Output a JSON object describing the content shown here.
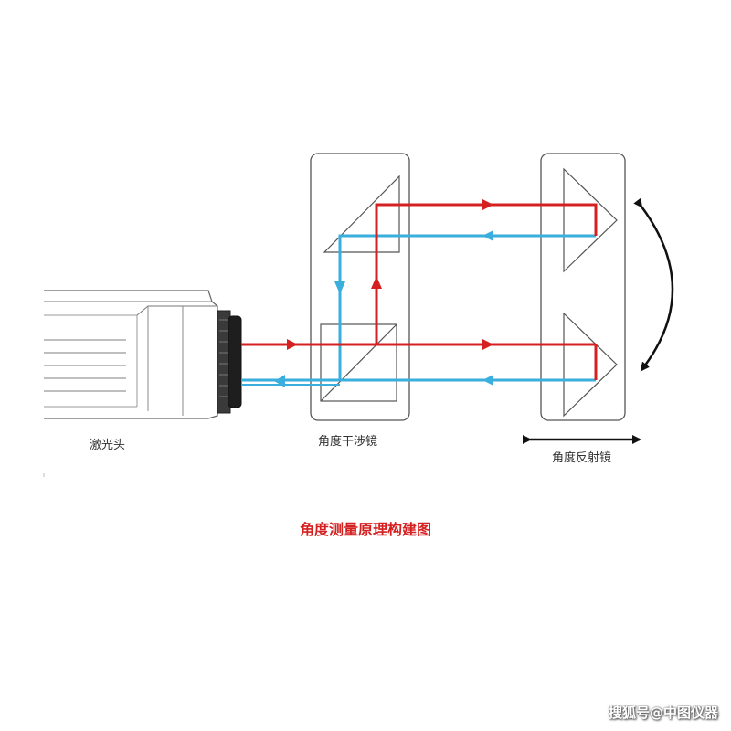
{
  "labels": {
    "laser_head": "激光头",
    "interferometer": "角度干涉镜",
    "reflector": "角度反射镜"
  },
  "caption": "角度测量原理构建图",
  "watermark": "搜狐号@中图仪器",
  "colors": {
    "beam_out": "#d42020",
    "beam_return": "#3aaedc",
    "outline": "#555555",
    "caption": "#d42020"
  }
}
